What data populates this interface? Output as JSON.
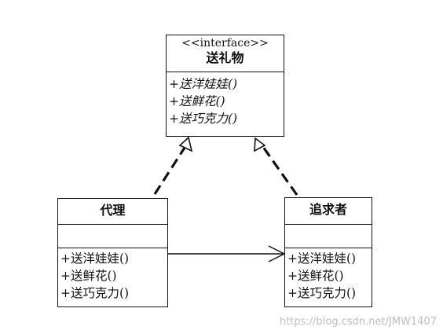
{
  "interface_box": {
    "stereotype": "<<interface>>",
    "name": "送礼物",
    "operations": [
      "+送洋娃娃()",
      "+送鲜花()",
      "+送巧克力()"
    ]
  },
  "proxy_box": {
    "name": "代理",
    "operations": [
      "+送洋娃娃()",
      "+送鲜花()",
      "+送巧克力()"
    ]
  },
  "pursuer_box": {
    "name": "追求者",
    "operations": [
      "+送洋娃娃()",
      "+送鲜花()",
      "+送巧克力()"
    ]
  },
  "watermark": "https://blog.csdn.net/JMW1407"
}
